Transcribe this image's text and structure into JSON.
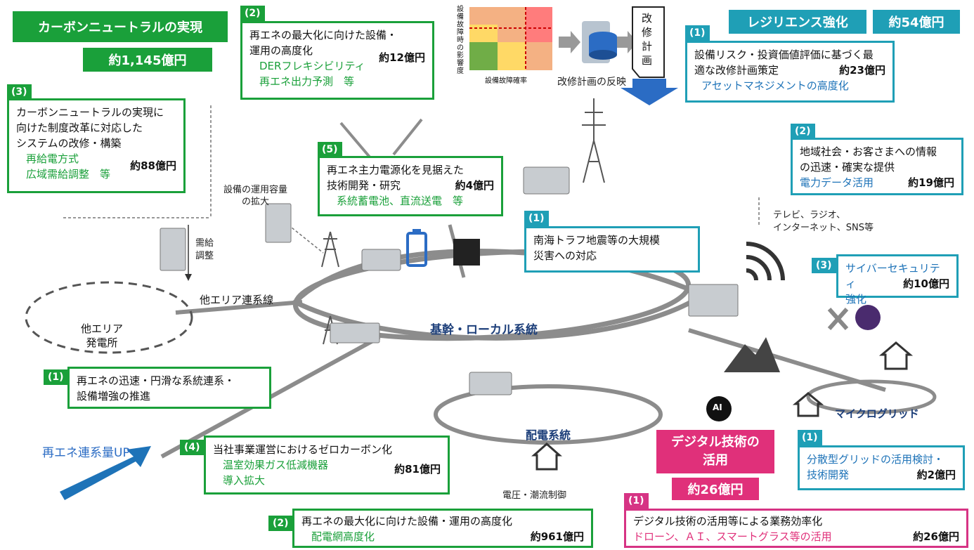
{
  "carbon": {
    "title": "カーボンニュートラルの実現",
    "amount": "約1,145億円"
  },
  "resilience": {
    "title": "レジリエンス強化",
    "amount": "約54億円"
  },
  "digital": {
    "title_line1": "デジタル技術の",
    "title_line2": "活用",
    "amount": "約26億円"
  },
  "boxes": {
    "g2top": {
      "tag": "(2)",
      "line1": "再エネの最大化に向けた設備・",
      "line2": "運用の高度化",
      "amount": "約12億円",
      "sub1": "DERフレキシビリティ",
      "sub2": "再エネ出力予測　等"
    },
    "g3": {
      "tag": "(3)",
      "line1": "カーボンニュートラルの実現に",
      "line2": "向けた制度改革に対応した",
      "line3": "システムの改修・構築",
      "amount": "約88億円",
      "sub1": "再給電方式",
      "sub2": "広域需給調整　等"
    },
    "g5": {
      "tag": "(5)",
      "line1": "再エネ主力電源化を見据えた",
      "line2": "技術開発・研究",
      "amount": "約4億円",
      "sub1": "系統蓄電池、直流送電　等"
    },
    "g1": {
      "tag": "(1)",
      "line1": "再エネの迅速・円滑な系統連系・",
      "line2": "設備増強の推進"
    },
    "g4": {
      "tag": "(4)",
      "line1": "当社事業運営におけるゼロカーボン化",
      "amount": "約81億円",
      "sub1": "温室効果ガス低減機器",
      "sub2": "導入拡大"
    },
    "g2bot": {
      "tag": "(2)",
      "line1": "再エネの最大化に向けた設備・運用の高度化",
      "amount": "約961億円",
      "sub1": "配電網高度化"
    },
    "t1top": {
      "tag": "(1)",
      "line1": "設備リスク・投資価値評価に基づく最",
      "line2": "適な改修計画策定",
      "amount": "約23億円",
      "sub1": "アセットマネジメントの高度化"
    },
    "t2": {
      "tag": "(2)",
      "line1": "地域社会・お客さまへの情報",
      "line2": "の迅速・確実な提供",
      "amount": "約19億円",
      "sub1": "電力データ活用"
    },
    "t1mid": {
      "tag": "(1)",
      "line1": "南海トラフ地震等の大規模",
      "line2": "災害への対応"
    },
    "t3": {
      "tag": "(3)",
      "line1": "サイバーセキュリティ",
      "line2": "強化",
      "amount": "約10億円"
    },
    "t1bot": {
      "tag": "(1)",
      "line1": "分散型グリッドの活用検討・",
      "line2": "技術開発",
      "amount": "約2億円"
    },
    "p1": {
      "tag": "(1)",
      "line1": "デジタル技術の活用等による業務効率化",
      "amount": "約26億円",
      "sub1": "ドローン、ＡＩ、スマートグラス等の活用"
    }
  },
  "labels": {
    "kikan": "基幹・ローカル系統",
    "haiden": "配電系統",
    "micro": "マイクログリッド",
    "other_area": "他エリア連系線",
    "other_gen1": "他エリア",
    "other_gen2": "発電所",
    "capacity1": "設備の運用容量",
    "capacity2": "の拡大",
    "jukyu1": "需給",
    "jukyu2": "調整",
    "renew_up": "再エネ連系量UP",
    "voltage": "電圧・潮流制御",
    "media1": "テレビ、ラジオ、",
    "media2": "インターネット、SNS等",
    "plan_reflect": "改修計画の反映",
    "plan_doc": "改修計画",
    "fail_prob": "設備故障確率",
    "impact": "設備故障時の影響度",
    "ai": "AI"
  },
  "colors": {
    "green": "#1aa03a",
    "teal": "#1f9fb6",
    "pink": "#e0307a",
    "blue": "#1e73b8",
    "line": "#8c8c8c"
  }
}
